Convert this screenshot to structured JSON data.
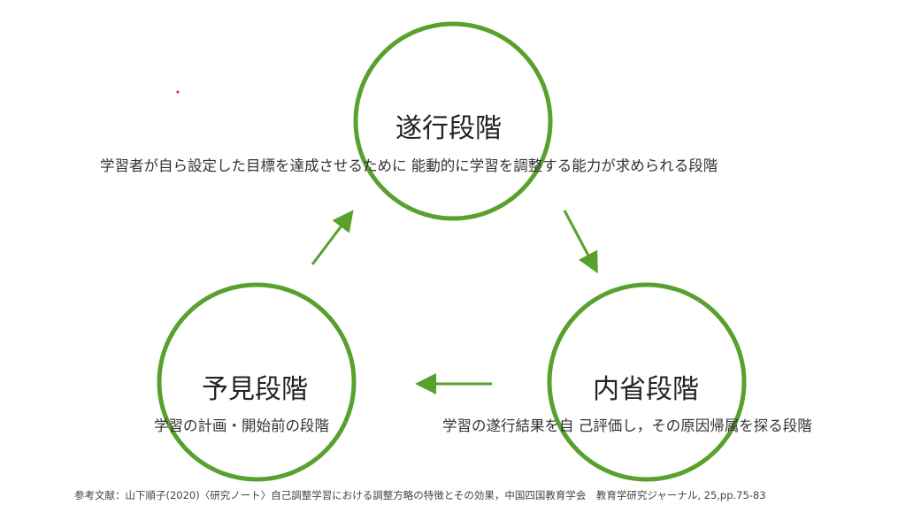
{
  "colors": {
    "circle": "#58a12e",
    "arrow": "#58a12e",
    "dot": "#e02020"
  },
  "stages": {
    "execution": {
      "title": "遂行段階",
      "description": "学習者が自ら設定した目標を達成させるために 能動的に学習を調整する能力が求められる段階"
    },
    "forethought": {
      "title": "予見段階",
      "description": "学習の計画・開始前の段階"
    },
    "reflection": {
      "title": "内省段階",
      "description": "学習の遂行結果を自 己評価し，その原因帰属を探る段階"
    }
  },
  "reference": "参考文献：山下順子(2020)〈研究ノート〉自己調整学習における調整方略の特徴とその効果，中国四国教育学会　教育学研究ジャーナル, 25,pp.75-83"
}
